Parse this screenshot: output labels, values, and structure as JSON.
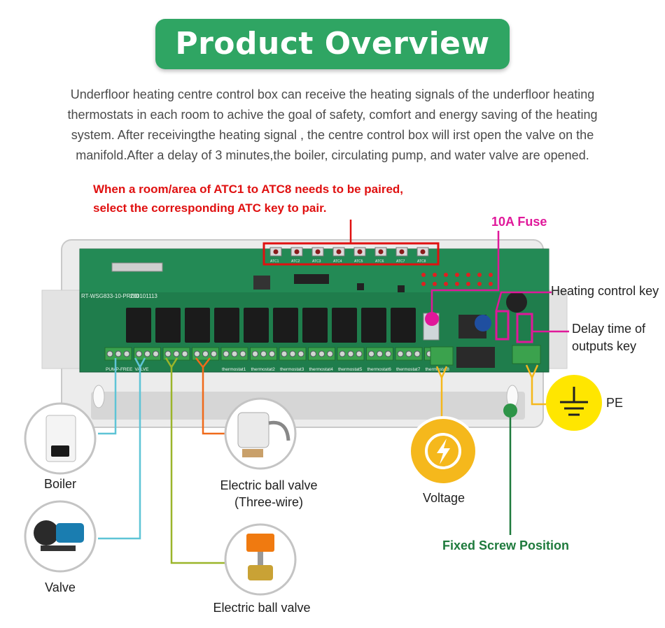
{
  "header": {
    "title": "Product Overview"
  },
  "description": {
    "lines": [
      "Underfloor heating centre control box can receive the heating signals of the underfloor heating",
      "thermostats in each room to achive the goal of safety, comfort and energy saving of the heating",
      "system. After receivingthe heating signal , the centre control box will irst open the valve on the",
      "manifold.After a delay of 3 minutes,the boiler, circulating pump, and water valve are opened."
    ]
  },
  "note": {
    "line1": "When a room/area of ATC1 to ATC8 needs to be paired,",
    "line2": "select the corresponding ATC key to pair."
  },
  "labels": {
    "fuse": "10A Fuse",
    "heating_key": "Heating control key",
    "delay_key_1": "Delay time of",
    "delay_key_2": "outputs key",
    "pe": "PE",
    "boiler": "Boiler",
    "valve": "Valve",
    "ball_valve_3w_1": "Electric ball valve",
    "ball_valve_3w_2": "(Three-wire)",
    "ball_valve": "Electric ball valve",
    "voltage": "Voltage",
    "fixed_screw": "Fixed Screw Position"
  },
  "board": {
    "model": "RT-WSG833-10-PROD",
    "date": "200101113",
    "terminals": [
      "PUMP-FREE",
      "VALVE",
      "",
      "",
      "thermostat1",
      "thermostat2",
      "thermostat3",
      "thermostat4",
      "thermostat5",
      "thermostat6",
      "thermostat7",
      "thermostat8"
    ],
    "atc_buttons": [
      "ATC1",
      "ATC2",
      "ATC3",
      "ATC4",
      "ATC5",
      "ATC6",
      "ATC7",
      "ATC8"
    ]
  },
  "colors": {
    "banner": "#2fa563",
    "note": "#e01010",
    "fuse": "#e0189a",
    "boiler_line": "#5ec4d6",
    "three_wire_line": "#f06a1a",
    "ball_valve_line": "#9bb52a",
    "voltage": "#f5b81c",
    "pe": "#ffe600",
    "screw": "#1e7a3c"
  }
}
